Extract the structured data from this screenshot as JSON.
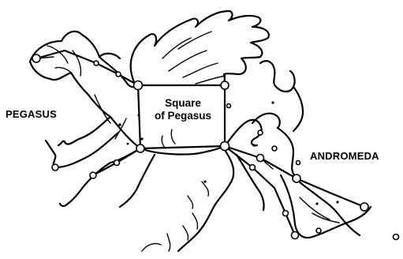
{
  "labels": {
    "pegasus": "PEGASUS",
    "andromeda": "ANDROMEDA",
    "square_line1": "Square",
    "square_line2": "of Pegasus"
  },
  "colors": {
    "ink": "#000000",
    "background": "#ffffff"
  }
}
